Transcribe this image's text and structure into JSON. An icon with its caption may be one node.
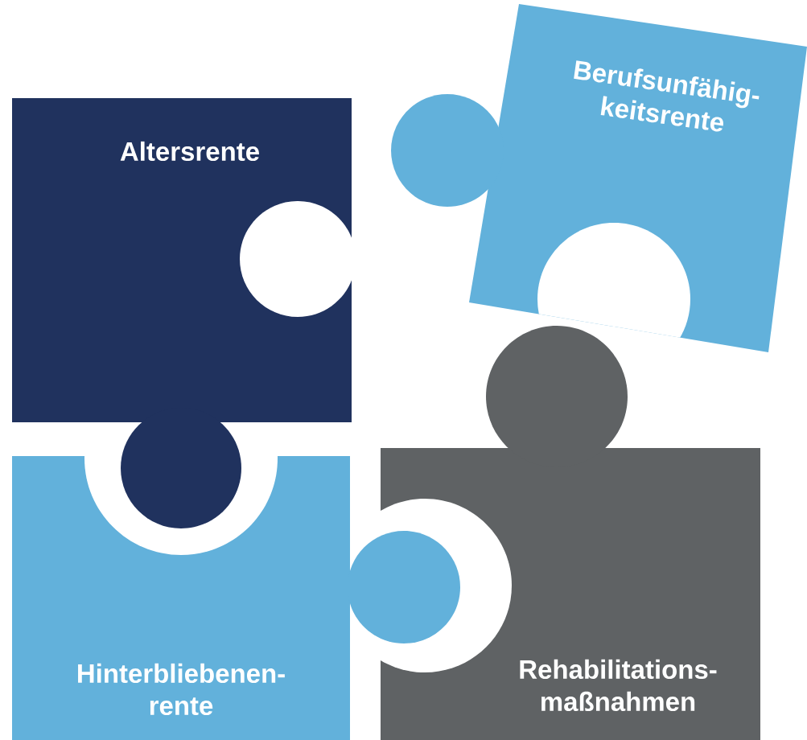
{
  "diagram": {
    "nodes": [
      {
        "text": [
          "Altersrente"
        ]
      },
      {
        "text": [
          "Berufsunfähig- keitsrente"
        ]
      },
      {
        "text": [
          "Hinterbliebenen- rente"
        ]
      },
      {
        "text": [
          "Rehabilitations- maßnahmen"
        ]
      }
    ]
  }
}
